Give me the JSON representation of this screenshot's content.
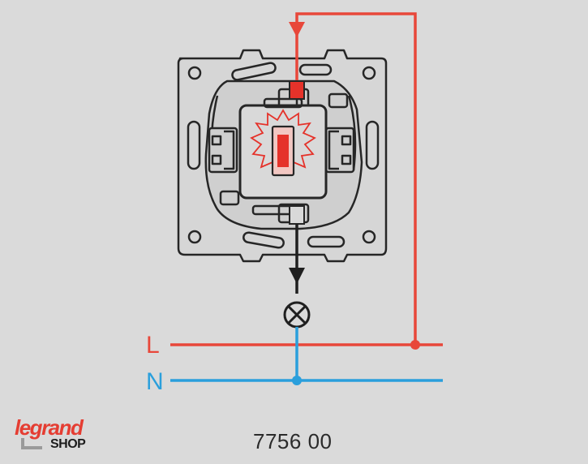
{
  "labels": {
    "line": "L",
    "neutral": "N"
  },
  "part_number": "7756 00",
  "logo": {
    "brand": "legrand",
    "shop": "SHOP"
  },
  "colors": {
    "background": "#dadada",
    "line_wire": "#e8473a",
    "neutral_wire": "#2a9fdc",
    "load_wire": "#1f1f1f",
    "indicator": "#e5322a",
    "device_outline": "#262626",
    "device_fill": "#d4d4d4"
  },
  "icons": [
    "lamp-icon",
    "arrow-down-icon",
    "indicator-glow-icon"
  ]
}
